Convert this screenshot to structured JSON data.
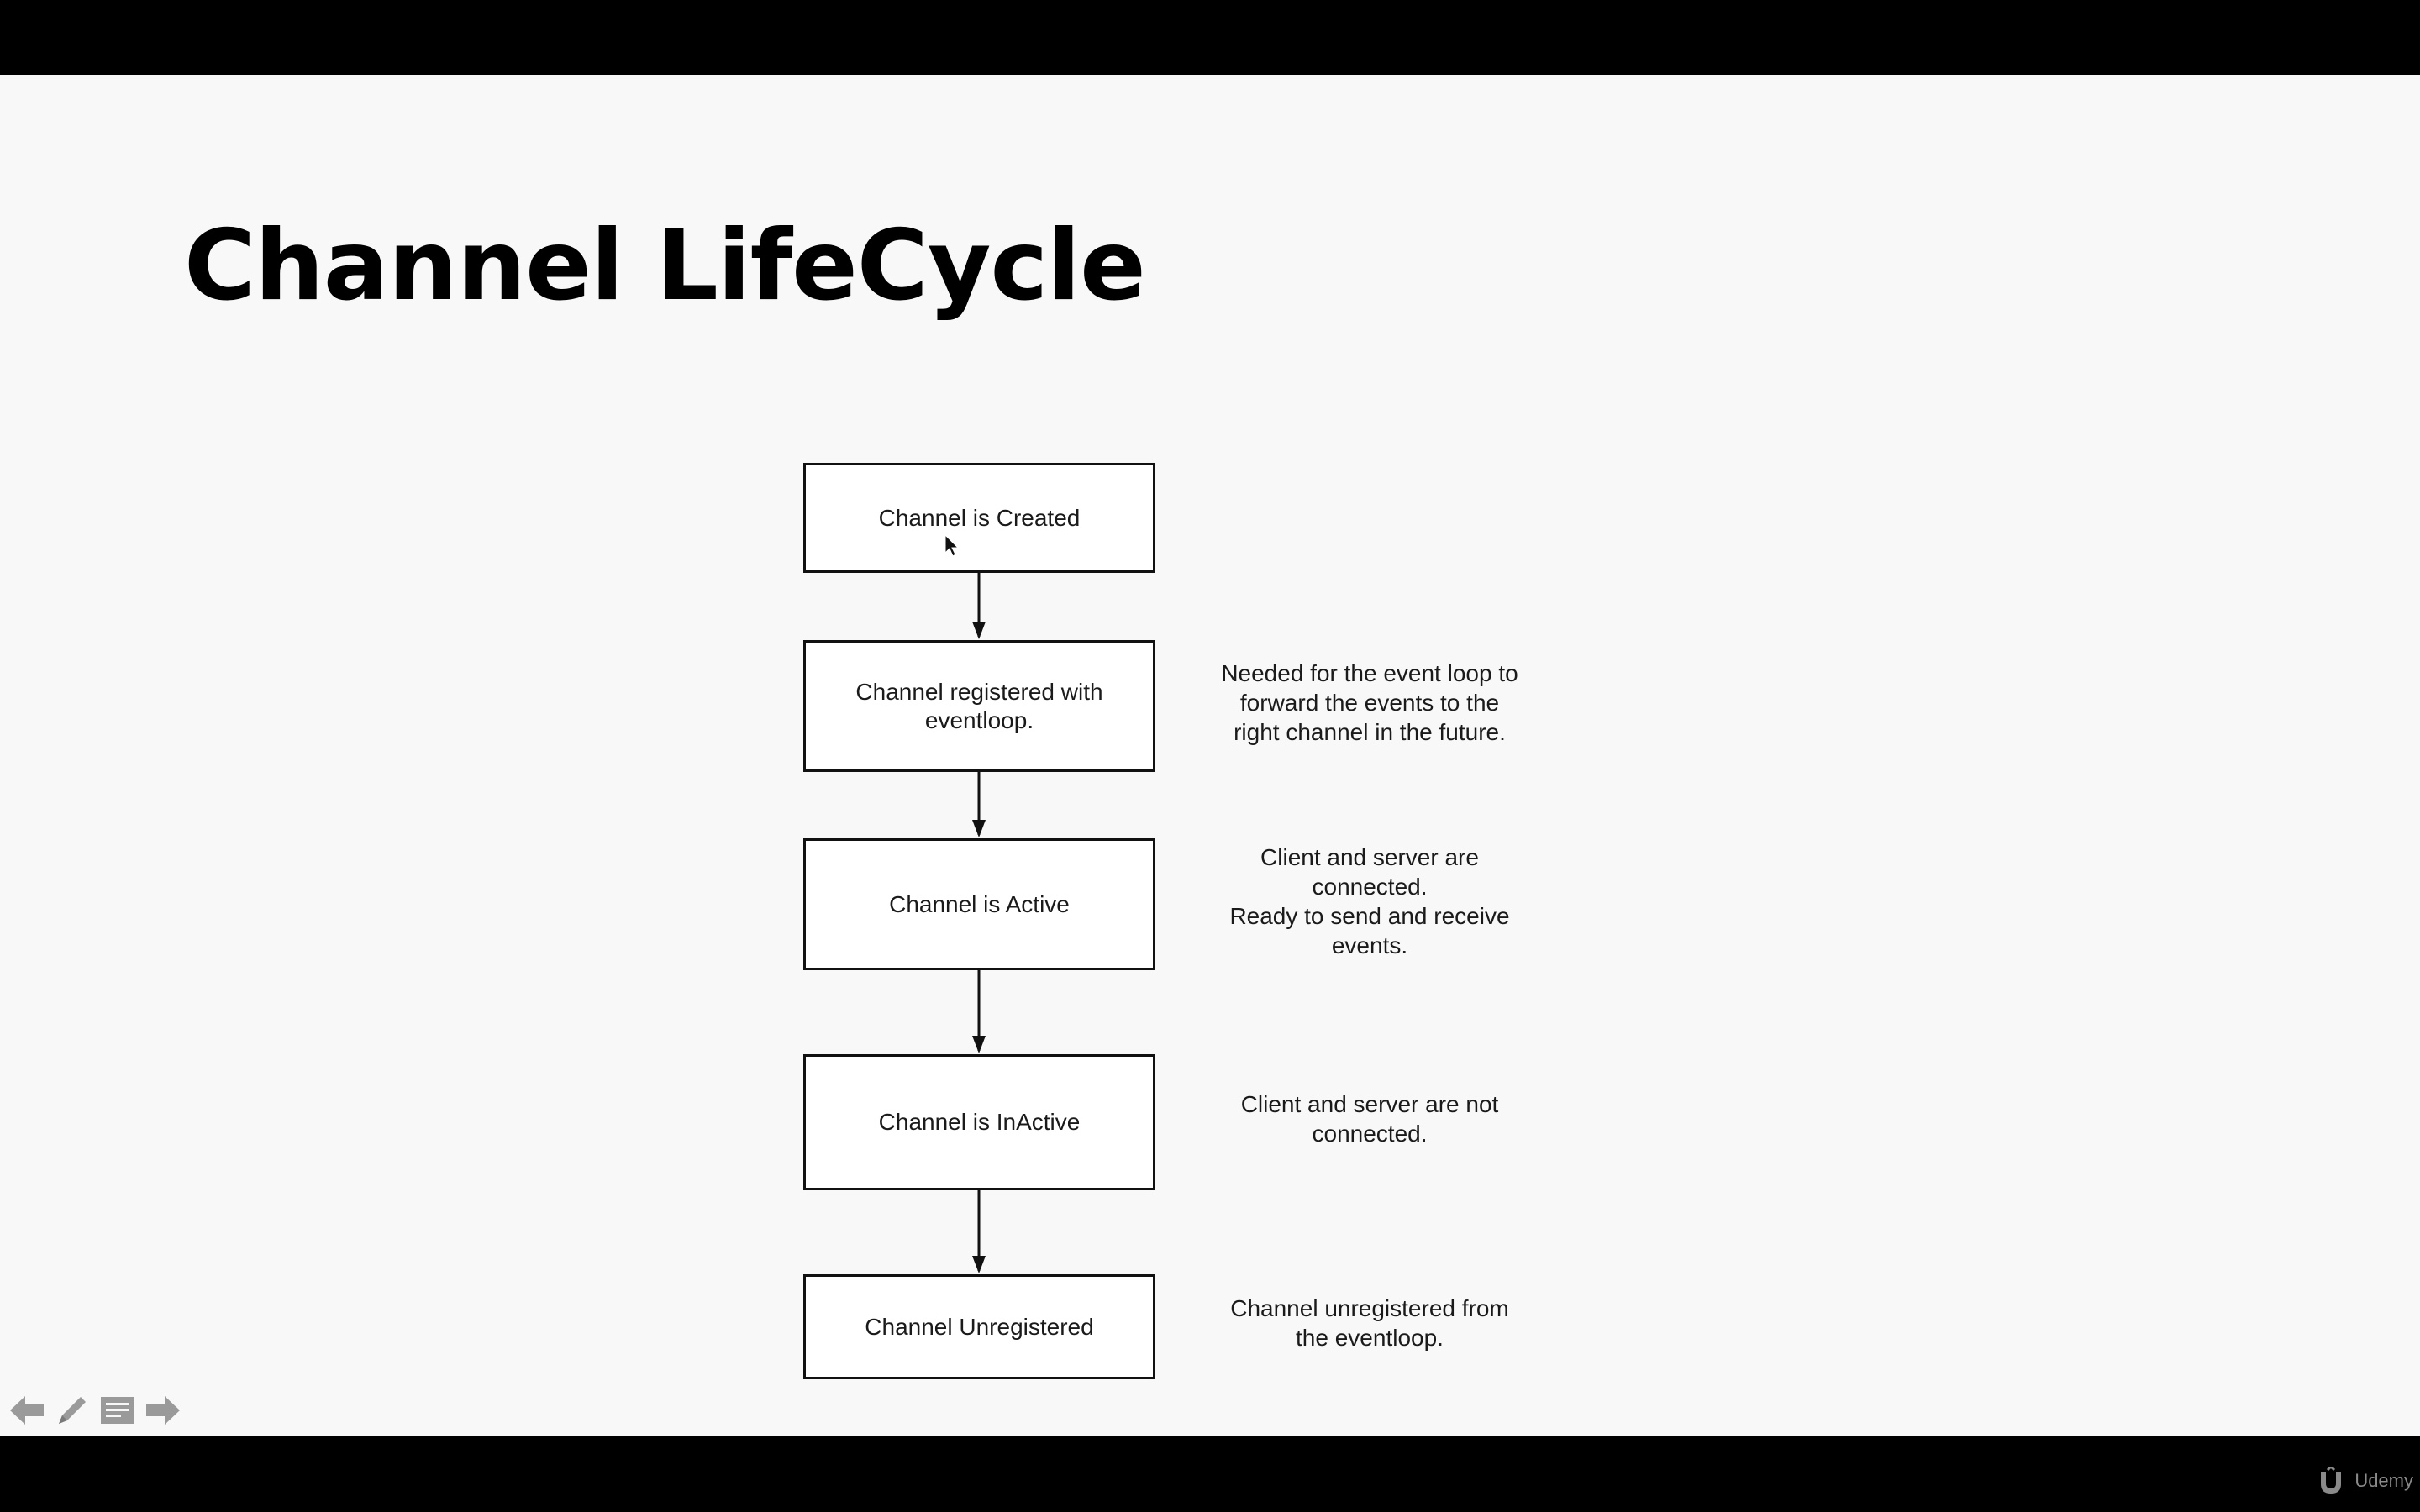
{
  "slide": {
    "title": "Channel LifeCycle"
  },
  "diagram": {
    "nodes": [
      {
        "id": "created",
        "label": "Channel is Created"
      },
      {
        "id": "registered",
        "label": "Channel registered with eventloop."
      },
      {
        "id": "active",
        "label": "Channel is Active"
      },
      {
        "id": "inactive",
        "label": "Channel is InActive"
      },
      {
        "id": "unregistered",
        "label": "Channel Unregistered"
      }
    ],
    "notes": [
      {
        "for": "registered",
        "lines": [
          "Needed for the event loop to",
          "forward the events to the",
          "right channel in the future."
        ]
      },
      {
        "for": "active",
        "lines": [
          "Client and server are",
          "connected.",
          "Ready to send and receive",
          "events."
        ]
      },
      {
        "for": "inactive",
        "lines": [
          "Client and server are not",
          "connected."
        ]
      },
      {
        "for": "unregistered",
        "lines": [
          "Channel unregistered from",
          "the eventloop."
        ]
      }
    ]
  },
  "player": {
    "controls": [
      {
        "name": "previous",
        "icon": "arrow-left-icon"
      },
      {
        "name": "pen",
        "icon": "pencil-icon"
      },
      {
        "name": "notes",
        "icon": "slides-menu-icon"
      },
      {
        "name": "next",
        "icon": "arrow-right-icon"
      }
    ],
    "brand": "Udemy"
  },
  "colors": {
    "letterbox": "#000000",
    "slide_background": "#f8f8f8",
    "box_border": "#111111",
    "control_gray": "#9a9a9a"
  }
}
